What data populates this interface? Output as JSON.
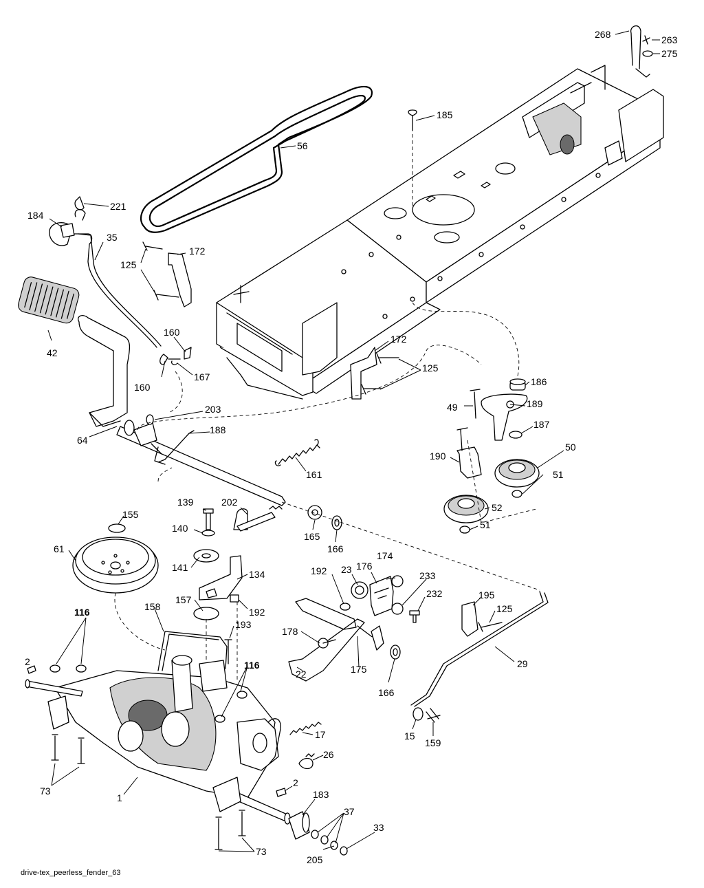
{
  "figure": {
    "caption": "drive-tex_peerless_fender_63",
    "callouts": [
      {
        "id": "268",
        "label": "268"
      },
      {
        "id": "263",
        "label": "263"
      },
      {
        "id": "275",
        "label": "275"
      },
      {
        "id": "185",
        "label": "185"
      },
      {
        "id": "56",
        "label": "56"
      },
      {
        "id": "221",
        "label": "221"
      },
      {
        "id": "184",
        "label": "184"
      },
      {
        "id": "35",
        "label": "35"
      },
      {
        "id": "172a",
        "label": "172"
      },
      {
        "id": "125a",
        "label": "125"
      },
      {
        "id": "42",
        "label": "42"
      },
      {
        "id": "160a",
        "label": "160"
      },
      {
        "id": "160b",
        "label": "160"
      },
      {
        "id": "167",
        "label": "167"
      },
      {
        "id": "172b",
        "label": "172"
      },
      {
        "id": "125b",
        "label": "125"
      },
      {
        "id": "186",
        "label": "186"
      },
      {
        "id": "49",
        "label": "49"
      },
      {
        "id": "189",
        "label": "189"
      },
      {
        "id": "187",
        "label": "187"
      },
      {
        "id": "203",
        "label": "203"
      },
      {
        "id": "64",
        "label": "64"
      },
      {
        "id": "188",
        "label": "188"
      },
      {
        "id": "161",
        "label": "161"
      },
      {
        "id": "50",
        "label": "50"
      },
      {
        "id": "190",
        "label": "190"
      },
      {
        "id": "51a",
        "label": "51"
      },
      {
        "id": "52",
        "label": "52"
      },
      {
        "id": "51b",
        "label": "51"
      },
      {
        "id": "139",
        "label": "139"
      },
      {
        "id": "202",
        "label": "202"
      },
      {
        "id": "155",
        "label": "155"
      },
      {
        "id": "140",
        "label": "140"
      },
      {
        "id": "165",
        "label": "165"
      },
      {
        "id": "166a",
        "label": "166"
      },
      {
        "id": "61",
        "label": "61"
      },
      {
        "id": "141",
        "label": "141"
      },
      {
        "id": "134",
        "label": "134"
      },
      {
        "id": "174",
        "label": "174"
      },
      {
        "id": "192a",
        "label": "192"
      },
      {
        "id": "23",
        "label": "23"
      },
      {
        "id": "176",
        "label": "176"
      },
      {
        "id": "233",
        "label": "233"
      },
      {
        "id": "232",
        "label": "232"
      },
      {
        "id": "195",
        "label": "195"
      },
      {
        "id": "157",
        "label": "157"
      },
      {
        "id": "192b",
        "label": "192"
      },
      {
        "id": "116a",
        "label": "116"
      },
      {
        "id": "158",
        "label": "158"
      },
      {
        "id": "193",
        "label": "193"
      },
      {
        "id": "125c",
        "label": "125"
      },
      {
        "id": "178",
        "label": "178"
      },
      {
        "id": "2a",
        "label": "2"
      },
      {
        "id": "116b",
        "label": "116"
      },
      {
        "id": "29",
        "label": "29"
      },
      {
        "id": "175",
        "label": "175"
      },
      {
        "id": "22",
        "label": "22"
      },
      {
        "id": "166b",
        "label": "166"
      },
      {
        "id": "17",
        "label": "17"
      },
      {
        "id": "15",
        "label": "15"
      },
      {
        "id": "159",
        "label": "159"
      },
      {
        "id": "26",
        "label": "26"
      },
      {
        "id": "73a",
        "label": "73"
      },
      {
        "id": "1",
        "label": "1"
      },
      {
        "id": "2b",
        "label": "2"
      },
      {
        "id": "183",
        "label": "183"
      },
      {
        "id": "37",
        "label": "37"
      },
      {
        "id": "33",
        "label": "33"
      },
      {
        "id": "73b",
        "label": "73"
      },
      {
        "id": "205",
        "label": "205"
      }
    ]
  }
}
